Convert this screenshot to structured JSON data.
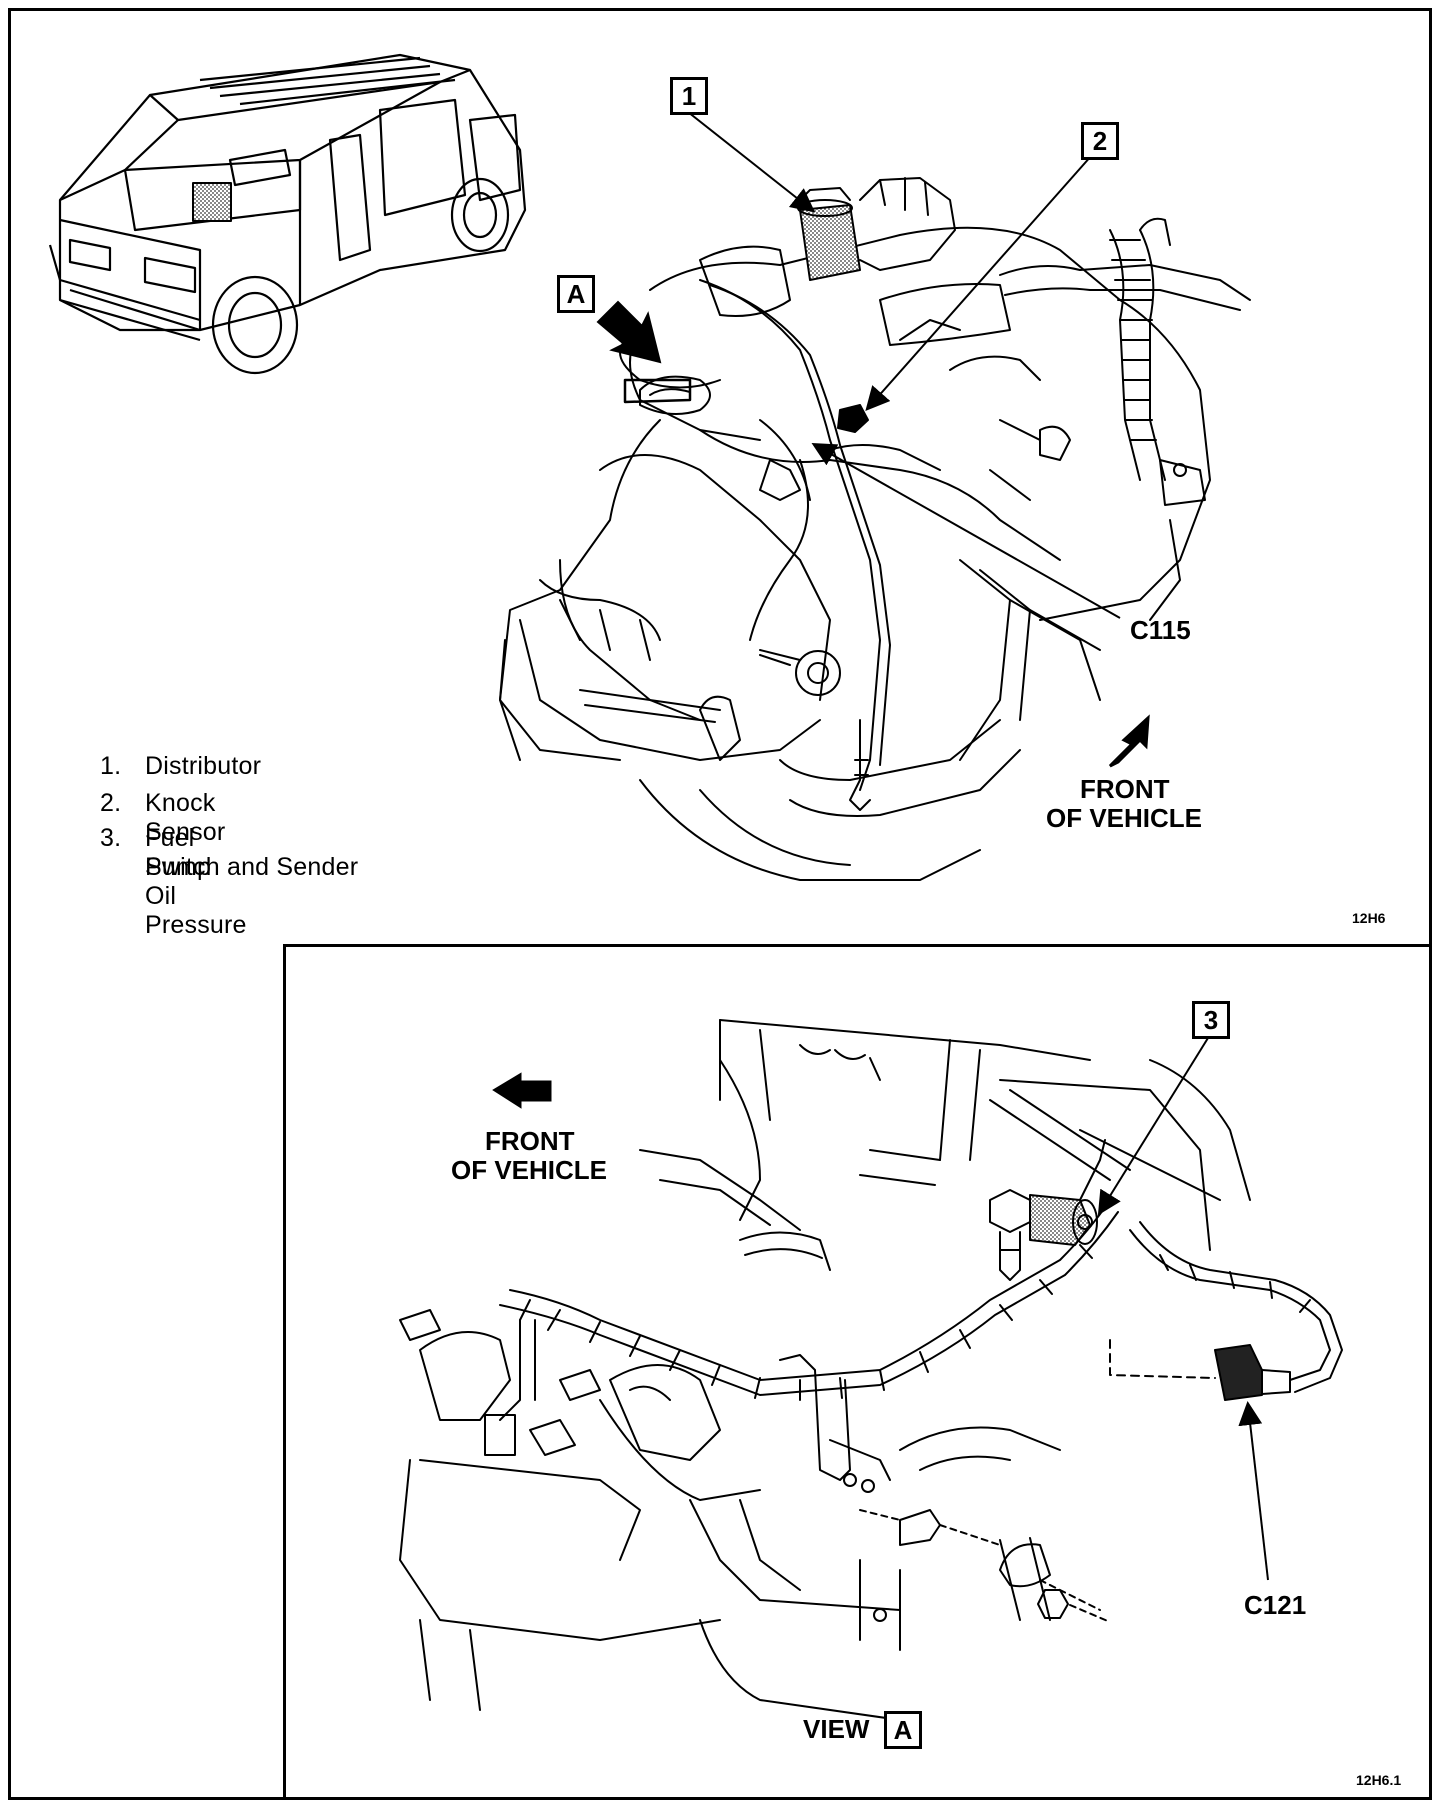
{
  "legend": {
    "items": [
      {
        "num": "1.",
        "text": "Distributor"
      },
      {
        "num": "2.",
        "text": "Knock Sensor"
      },
      {
        "num": "3.",
        "text": "Fuel Pump Oil Pressure"
      }
    ],
    "item3_line2": "Switch and Sender"
  },
  "callouts": {
    "c1": "1",
    "c2": "2",
    "c3": "3",
    "cA": "A",
    "viewA": "A"
  },
  "connectors": {
    "c115": "C115",
    "c121": "C121"
  },
  "orientation": {
    "top_line1": "FRONT",
    "top_line2": "OF VEHICLE",
    "bottom_line1": "FRONT",
    "bottom_line2": "OF VEHICLE"
  },
  "view_label": "VIEW",
  "figure_ids": {
    "top": "12H6",
    "bottom": "12H6.1"
  },
  "colors": {
    "ink": "#000000",
    "paper": "#ffffff",
    "shade": "#9a9a9a"
  }
}
